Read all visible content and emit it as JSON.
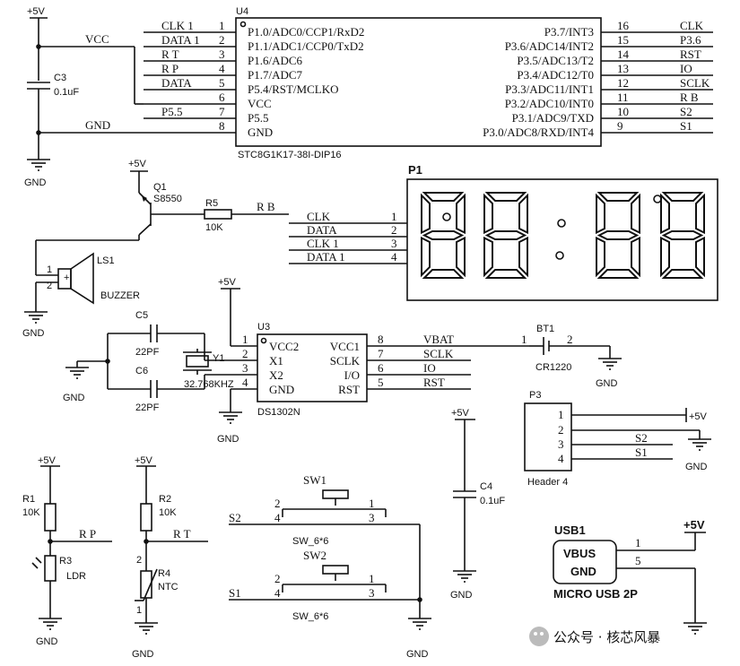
{
  "u4": {
    "ref": "U4",
    "part": "STC8G1K17-38I-DIP16",
    "left_pins": [
      {
        "num": "1",
        "name": "P1.0/ADC0/CCP1/RxD2",
        "net": "CLK 1"
      },
      {
        "num": "2",
        "name": "P1.1/ADC1/CCP0/TxD2",
        "net": "DATA 1"
      },
      {
        "num": "3",
        "name": "P1.6/ADC6",
        "net": "R T"
      },
      {
        "num": "4",
        "name": "P1.7/ADC7",
        "net": "R P"
      },
      {
        "num": "5",
        "name": "P5.4/RST/MCLKO",
        "net": "DATA"
      },
      {
        "num": "6",
        "name": "VCC",
        "net": ""
      },
      {
        "num": "7",
        "name": "P5.5",
        "net": "P5.5"
      },
      {
        "num": "8",
        "name": "GND",
        "net": ""
      }
    ],
    "right_pins": [
      {
        "num": "16",
        "name": "P3.7/INT3",
        "net": "CLK"
      },
      {
        "num": "15",
        "name": "P3.6/ADC14/INT2",
        "net": "P3.6"
      },
      {
        "num": "14",
        "name": "P3.5/ADC13/T2",
        "net": "RST"
      },
      {
        "num": "13",
        "name": "P3.4/ADC12/T0",
        "net": "IO"
      },
      {
        "num": "12",
        "name": "P3.3/ADC11/INT1",
        "net": "SCLK"
      },
      {
        "num": "11",
        "name": "P3.2/ADC10/INT0",
        "net": "R B"
      },
      {
        "num": "10",
        "name": "P3.1/ADC9/TXD",
        "net": "S2"
      },
      {
        "num": "9",
        "name": "P3.0/ADC8/RXD/INT4",
        "net": "S1"
      }
    ]
  },
  "power": {
    "vcc_label": "VCC",
    "gnd_label": "GND",
    "v5_label": "+5V"
  },
  "c3": {
    "ref": "C3",
    "value": "0.1uF"
  },
  "q1": {
    "ref": "Q1",
    "part": "S8550"
  },
  "r5": {
    "ref": "R5",
    "value": "10K",
    "net": "R B"
  },
  "ls1": {
    "ref": "LS1",
    "label": "BUZZER",
    "pin1": "1",
    "pin2": "2",
    "plus": "+"
  },
  "p1": {
    "ref": "P1",
    "pins": [
      {
        "net": "CLK",
        "num": "1"
      },
      {
        "net": "DATA",
        "num": "2"
      },
      {
        "net": "CLK 1",
        "num": "3"
      },
      {
        "net": "DATA 1",
        "num": "4"
      }
    ],
    "display": "88:88"
  },
  "u3": {
    "ref": "U3",
    "part": "DS1302N",
    "left_pins": [
      {
        "num": "1",
        "name": "VCC2"
      },
      {
        "num": "2",
        "name": "X1"
      },
      {
        "num": "3",
        "name": "X2"
      },
      {
        "num": "4",
        "name": "GND"
      }
    ],
    "right_pins": [
      {
        "num": "8",
        "name": "VCC1",
        "net": "VBAT"
      },
      {
        "num": "7",
        "name": "SCLK",
        "net": "SCLK"
      },
      {
        "num": "6",
        "name": "I/O",
        "net": "IO"
      },
      {
        "num": "5",
        "name": "RST",
        "net": "RST"
      }
    ]
  },
  "c5": {
    "ref": "C5",
    "value": "22PF"
  },
  "c6": {
    "ref": "C6",
    "value": "22PF"
  },
  "y1": {
    "ref": "Y1",
    "value": "32.768KHZ"
  },
  "bt1": {
    "ref": "BT1",
    "value": "CR1220",
    "pin1": "1",
    "pin2": "2"
  },
  "p3": {
    "ref": "P3",
    "label": "Header 4",
    "pins": [
      {
        "num": "1",
        "net": "+5V"
      },
      {
        "num": "2",
        "net": ""
      },
      {
        "num": "3",
        "net": "S2"
      },
      {
        "num": "4",
        "net": "S1"
      }
    ]
  },
  "c4": {
    "ref": "C4",
    "value": "0.1uF"
  },
  "r1": {
    "ref": "R1",
    "value": "10K",
    "net": "R P"
  },
  "r3": {
    "ref": "R3",
    "label": "LDR"
  },
  "r2": {
    "ref": "R2",
    "value": "10K",
    "net": "R T"
  },
  "r4": {
    "ref": "R4",
    "label": "NTC",
    "pin2": "2",
    "pin1": "1"
  },
  "sw1": {
    "ref": "SW1",
    "part": "SW_6*6",
    "net": "S2",
    "pin2": "2",
    "pin1": "1",
    "pin4": "4",
    "pin3": "3"
  },
  "sw2": {
    "ref": "SW2",
    "part": "SW_6*6",
    "net": "S1",
    "pin2": "2",
    "pin1": "1",
    "pin4": "4",
    "pin3": "3"
  },
  "usb1": {
    "ref": "USB1",
    "part": "MICRO USB 2P",
    "pin_vbus": "VBUS",
    "pin_gnd": "GND",
    "num_vbus": "1",
    "num_gnd": "5"
  },
  "watermark": {
    "text": "公众号 · 核芯风暴"
  }
}
